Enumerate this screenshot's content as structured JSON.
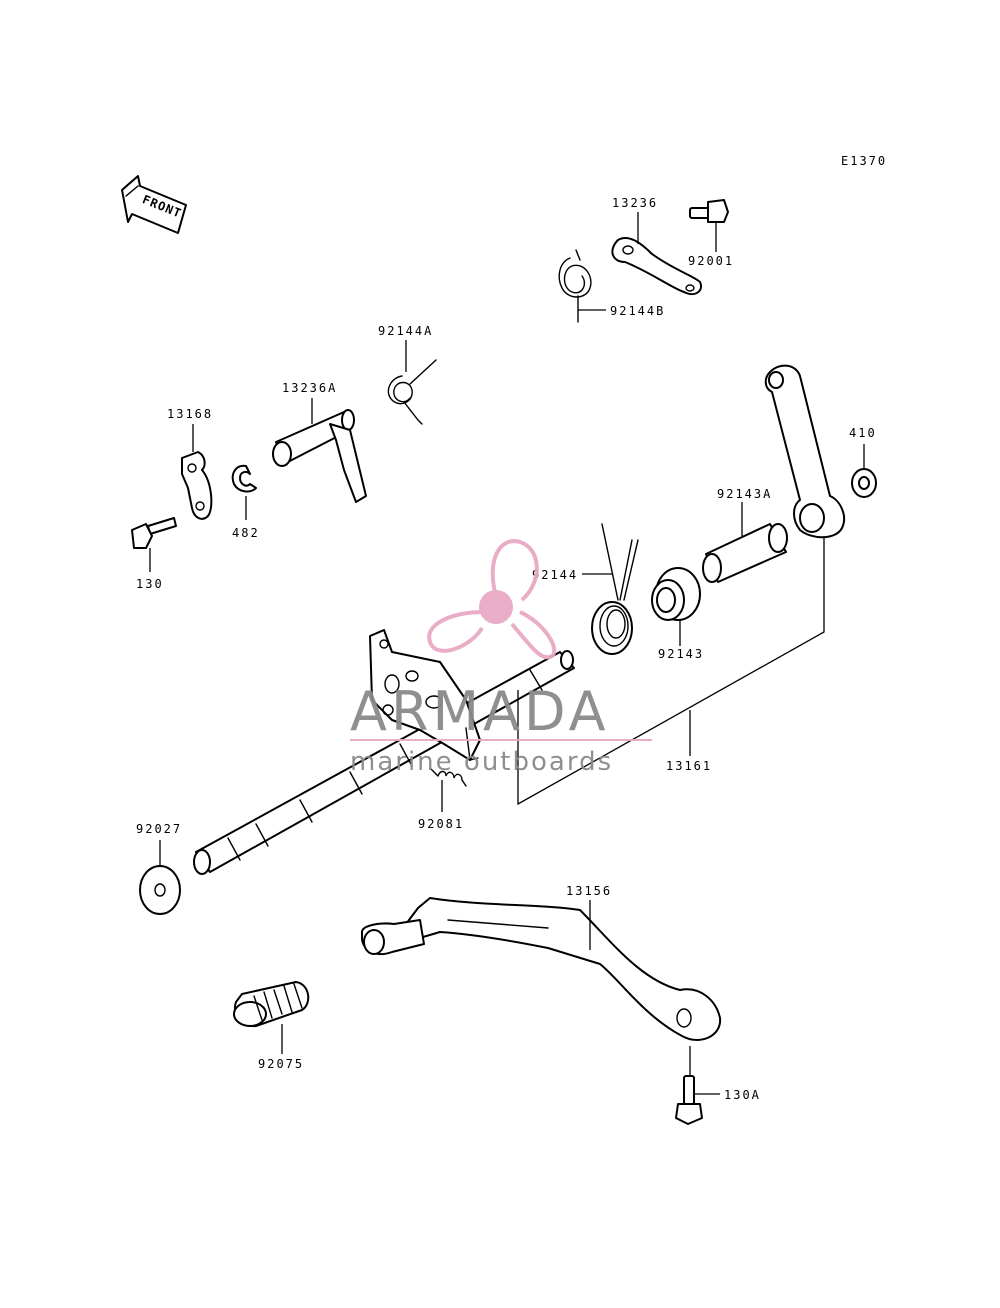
{
  "diagram_code": "E1370",
  "front_label": "FRONT",
  "parts": {
    "p13236": "13236",
    "p92001": "92001",
    "p92144B": "92144B",
    "p92144A": "92144A",
    "p13236A": "13236A",
    "p13168": "13168",
    "p482": "482",
    "p130": "130",
    "p410": "410",
    "p92143A": "92143A",
    "p92144": "92144",
    "p92143": "92143",
    "p13161": "13161",
    "p92081": "92081",
    "p92027": "92027",
    "p13156": "13156",
    "p92075": "92075",
    "p130A": "130A"
  },
  "watermark": {
    "brand": "ARMADA",
    "tagline": "marine outboards",
    "logo_color": "#e8a9c6",
    "text_color": "#8a8a8a"
  }
}
